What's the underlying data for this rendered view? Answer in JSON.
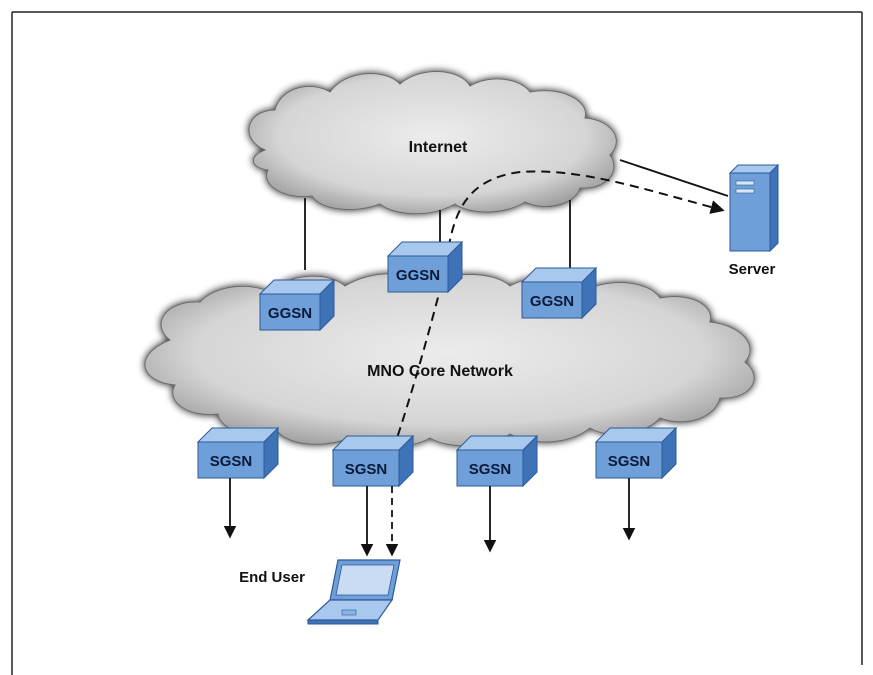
{
  "colors": {
    "cloud_fill": "#d9d9d9",
    "cloud_shadow": "#555555",
    "box_front": "#6f9fd8",
    "box_top": "#a9c8ee",
    "box_side": "#3f73b8",
    "line": "#111111"
  },
  "clouds": {
    "internet_label": "Internet",
    "core_label": "MNO Core Network"
  },
  "nodes": {
    "ggsn": [
      "GGSN",
      "GGSN",
      "GGSN"
    ],
    "sgsn": [
      "SGSN",
      "SGSN",
      "SGSN",
      "SGSN"
    ]
  },
  "server_label": "Server",
  "end_user_label": "End User",
  "icons": {
    "server": "server-tower-icon",
    "end_user": "laptop-icon"
  }
}
